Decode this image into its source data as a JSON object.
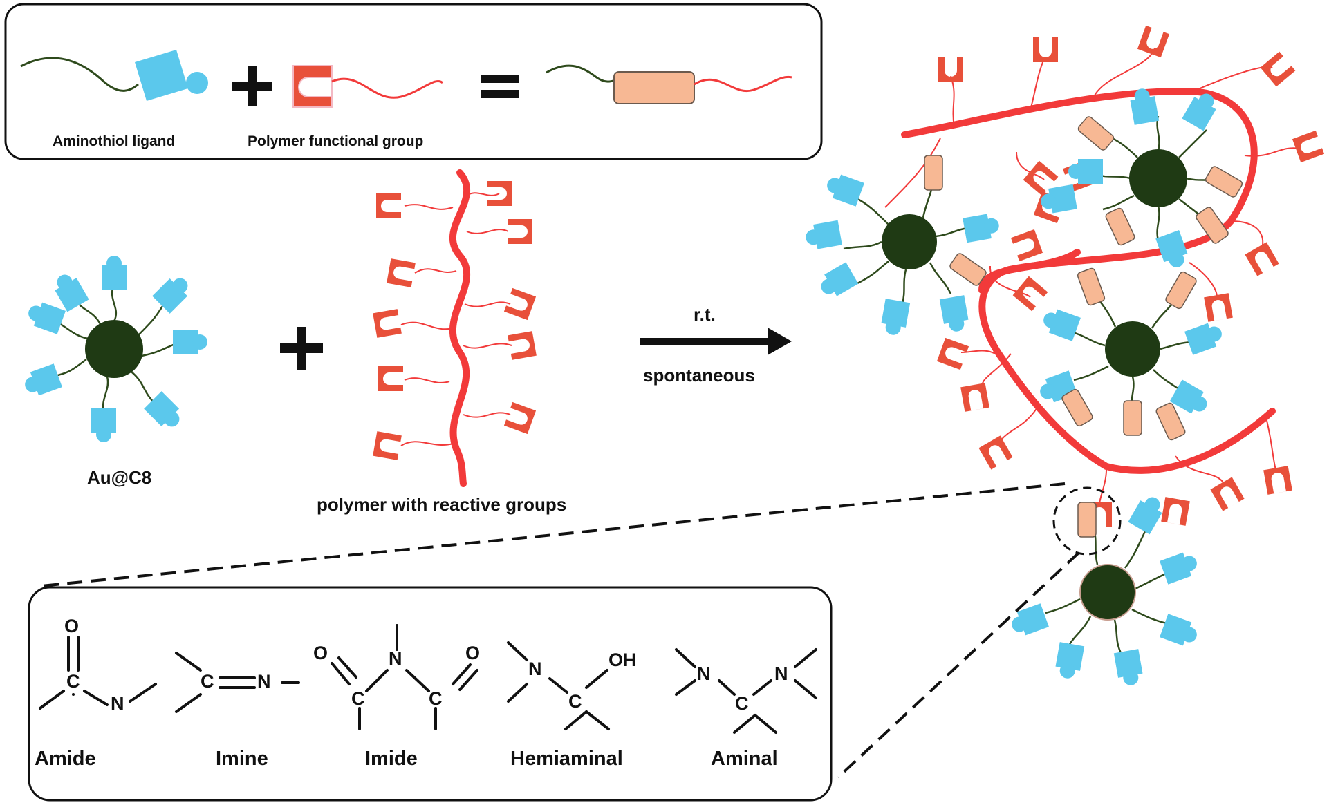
{
  "legend": {
    "ligand_label": "Aminothiol ligand",
    "polymer_group_label": "Polymer functional group",
    "plus_symbol": "+",
    "equals_symbol": "="
  },
  "reaction": {
    "nanoparticle_label": "Au@C8",
    "plus_symbol": "+",
    "polymer_label": "polymer with reactive groups",
    "condition_top": "r.t.",
    "condition_bottom": "spontaneous"
  },
  "bonds": {
    "items": [
      {
        "name": "Amide"
      },
      {
        "name": "Imine"
      },
      {
        "name": "Imide"
      },
      {
        "name": "Hemiaminal"
      },
      {
        "name": "Aminal"
      }
    ],
    "atoms": {
      "O": "O",
      "C": "C",
      "N": "N",
      "OH": "OH"
    }
  },
  "colors": {
    "ligand": "#5bc8ec",
    "nanoparticle": "#1f3a14",
    "polymer_backbone": "#f23a3a",
    "reactive_group": "#e8503a",
    "linkage": "#f7b894",
    "ligand_chain": "#2e4a1c"
  },
  "icons": [
    "aminothiol-ligand-icon",
    "polymer-functional-group-icon",
    "linkage-icon",
    "gold-nanoparticle-icon",
    "polymer-chain-icon",
    "crosslinked-network-icon"
  ]
}
